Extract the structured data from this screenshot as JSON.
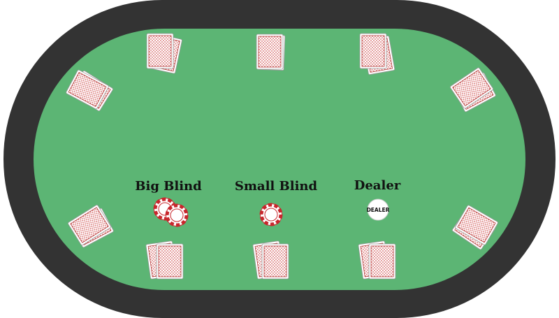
{
  "table": {
    "rail_color": "#333333",
    "felt_color": "#5cb574"
  },
  "card": {
    "back_color": "#ffffff",
    "pattern_color": "#d45e5e",
    "border_color": "#b33a3a"
  },
  "chip": {
    "color": "#c8262c",
    "inner_color": "#ffffff"
  },
  "labels": {
    "big_blind": "Big Blind",
    "small_blind": "Small Blind",
    "dealer": "Dealer"
  },
  "dealer_button": {
    "text": "DEALER",
    "color": "#ffffff"
  },
  "seats": [
    {
      "name": "top-left",
      "cards": 2
    },
    {
      "name": "top-center",
      "cards": 2
    },
    {
      "name": "top-right",
      "cards": 2
    },
    {
      "name": "right-upper",
      "cards": 2
    },
    {
      "name": "right-lower",
      "cards": 2
    },
    {
      "name": "bottom-right",
      "cards": 2
    },
    {
      "name": "bottom-center",
      "cards": 2
    },
    {
      "name": "bottom-left",
      "cards": 2
    },
    {
      "name": "left-lower",
      "cards": 2
    },
    {
      "name": "left-upper",
      "cards": 2
    }
  ],
  "big_blind_chips": 2,
  "small_blind_chips": 1
}
